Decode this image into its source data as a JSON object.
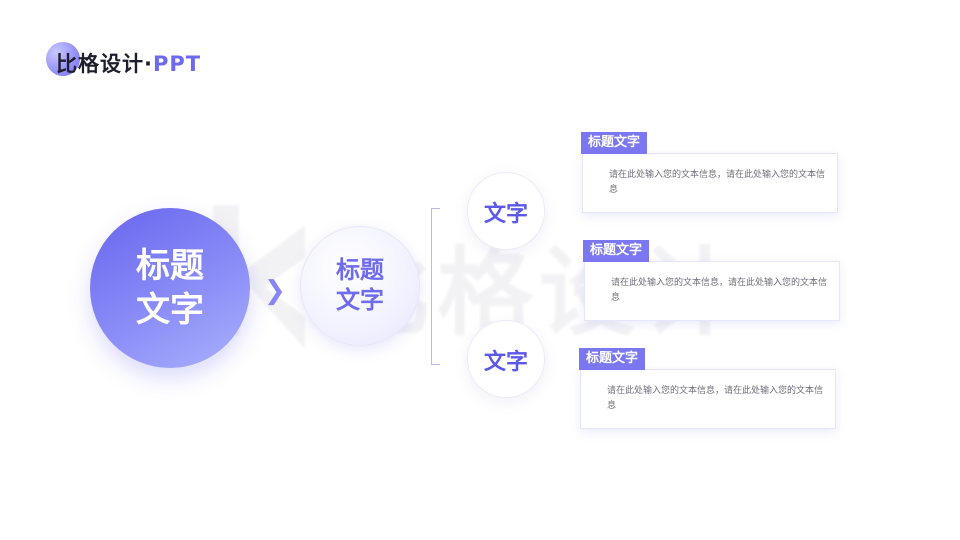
{
  "brand": {
    "title": "比格设计·",
    "accent": "PPT"
  },
  "watermark": "比格设计",
  "diagram": {
    "main_label": "标题\n文字",
    "mid_label": "标题\n文字",
    "nodes": [
      {
        "label": "文字"
      },
      {
        "label": "文字"
      }
    ],
    "cards": [
      {
        "tag": "标题文字",
        "body": "请在此处输入您的文本信息，请在此处输入您的文本信息"
      },
      {
        "tag": "标题文字",
        "body": "请在此处输入您的文本信息，请在此处输入您的文本信息"
      },
      {
        "tag": "标题文字",
        "body": "请在此处输入您的文本信息，请在此处输入您的文本信息"
      }
    ]
  },
  "colors": {
    "accent": "#6e6af0",
    "tag": "#7a77f0"
  }
}
